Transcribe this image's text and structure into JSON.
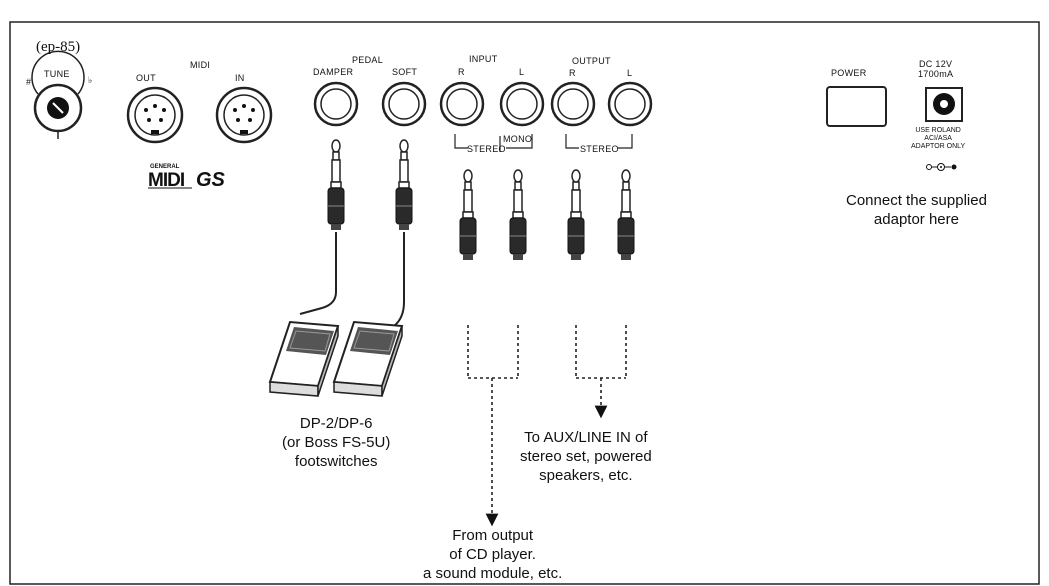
{
  "model_label": "(ep-85)",
  "tune": {
    "label": "TUNE",
    "sharp": "#",
    "flat": "♭"
  },
  "midi": {
    "title": "MIDI",
    "out_label": "OUT",
    "in_label": "IN",
    "general_label": "GENERAL",
    "midi_logo": "MIDI",
    "gs_logo": "GS"
  },
  "pedal": {
    "title": "PEDAL",
    "damper_label": "DAMPER",
    "soft_label": "SOFT"
  },
  "input": {
    "title": "INPUT",
    "r_label": "R",
    "l_label": "L",
    "mono_label": "MONO",
    "stereo_label": "STEREO"
  },
  "output": {
    "title": "OUTPUT",
    "r_label": "R",
    "l_label": "L",
    "stereo_label": "STEREO"
  },
  "power": {
    "label": "POWER"
  },
  "dc": {
    "rating": "DC 12V\n1700mA",
    "adaptor_note": "USE ROLAND\nACI/ASA\nADAPTOR ONLY"
  },
  "captions": {
    "adaptor": "Connect the supplied\nadaptor here",
    "footswitches": "DP-2/DP-6\n(or Boss FS-5U)\nfootswitches",
    "aux_out": "To AUX/LINE IN of\nstereo set, powered\nspeakers, etc.",
    "cd_in": "From output\nof CD player.\na sound module, etc."
  }
}
